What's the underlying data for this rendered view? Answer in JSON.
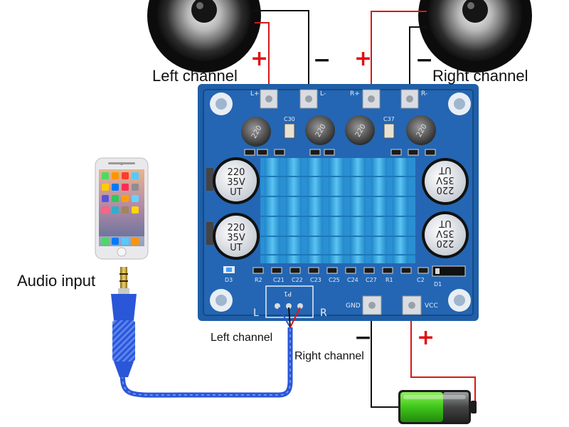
{
  "labels": {
    "left_channel_top": "Left channel",
    "right_channel_top": "Right channel",
    "audio_input": "Audio input",
    "left_channel_bottom": "Left channel",
    "right_channel_bottom": "Right channel"
  },
  "signs": {
    "plus": "+",
    "minus": "−"
  },
  "board": {
    "terminals": {
      "left_plus": "L+",
      "left_minus": "L-",
      "right_plus": "R+",
      "right_minus": "R-",
      "gnd": "GND",
      "vcc": "VCC"
    },
    "input_letters": {
      "left": "L",
      "right": "R"
    },
    "capacitor_text": [
      "220",
      "35V",
      "UT"
    ],
    "inductor_text": "220",
    "component_refs": {
      "c30": "C30",
      "c37": "C37",
      "r2": "R2",
      "c21": "C21",
      "c22": "C22",
      "c23": "C23",
      "c25": "C25",
      "c24": "C24",
      "c27": "C27",
      "r1": "R1",
      "c2": "C2",
      "d3": "D3",
      "d1": "D1",
      "p1": "P1"
    }
  },
  "colors": {
    "board": "#1f5fa8",
    "board_dark": "#164a86",
    "heatsink": "#39a9e6",
    "wire_red": "#d81818",
    "wire_black": "#111111",
    "cable_blue": "#2a56d8",
    "battery_green": "#3ec61a"
  }
}
